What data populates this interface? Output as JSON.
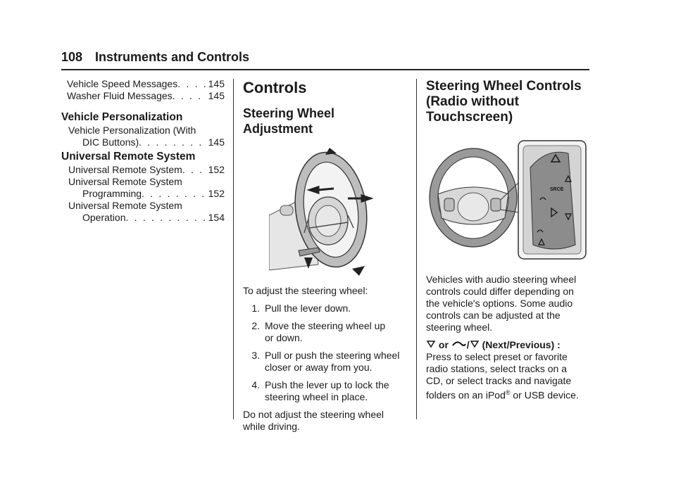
{
  "header": {
    "page_number": "108",
    "title": "Instruments and Controls"
  },
  "index": {
    "entries_top": [
      {
        "text": "Vehicle Speed Messages",
        "page": "145"
      },
      {
        "text": "Washer Fluid Messages",
        "page": "145"
      }
    ],
    "section1": {
      "title": "Vehicle Personalization",
      "entry_line1": "Vehicle Personalization (With",
      "entry_line2": "DIC Buttons)",
      "entry_page": "145"
    },
    "section2": {
      "title": "Universal Remote System",
      "e1": {
        "text": "Universal Remote System",
        "page": "152"
      },
      "e2_line1": "Universal Remote System",
      "e2_line2": "Programming",
      "e2_page": "152",
      "e3_line1": "Universal Remote System",
      "e3_line2": "Operation",
      "e3_page": "154"
    }
  },
  "middle": {
    "heading": "Controls",
    "subheading_line1": "Steering Wheel",
    "subheading_line2": "Adjustment",
    "intro": "To adjust the steering wheel:",
    "steps": [
      {
        "n": "1.",
        "line1": "Pull the lever down.",
        "line2": ""
      },
      {
        "n": "2.",
        "line1": "Move the steering wheel up",
        "line2": "or down."
      },
      {
        "n": "3.",
        "line1": "Pull or push the steering wheel",
        "line2": "closer or away from you."
      },
      {
        "n": "4.",
        "line1": "Push the lever up to lock the",
        "line2": "steering wheel in place."
      }
    ],
    "warning_line1": "Do not adjust the steering wheel",
    "warning_line2": "while driving."
  },
  "right": {
    "heading_line1": "Steering Wheel Controls",
    "heading_line2": "(Radio without",
    "heading_line3": "Touchscreen)",
    "para_lines": [
      "Vehicles with audio steering wheel",
      "controls could differ depending on",
      "the vehicle's options. Some audio",
      "controls can be adjusted at the",
      "steering wheel."
    ],
    "control_label_or": "or",
    "control_label_sep": "/",
    "control_label_text": "(Next/Previous) :",
    "desc_lines": [
      "Press to select preset or favorite",
      "radio stations, select tracks on a",
      "CD, or select tracks and navigate"
    ],
    "desc_last_a": "folders on an iPod",
    "desc_last_reg": "®",
    "desc_last_b": " or USB device.",
    "button_label_src": "SRCE"
  },
  "icons": {
    "next_icon": "down-triangle-outline",
    "voice_icon": "voice-recognition",
    "prev_icon": "down-triangle"
  }
}
